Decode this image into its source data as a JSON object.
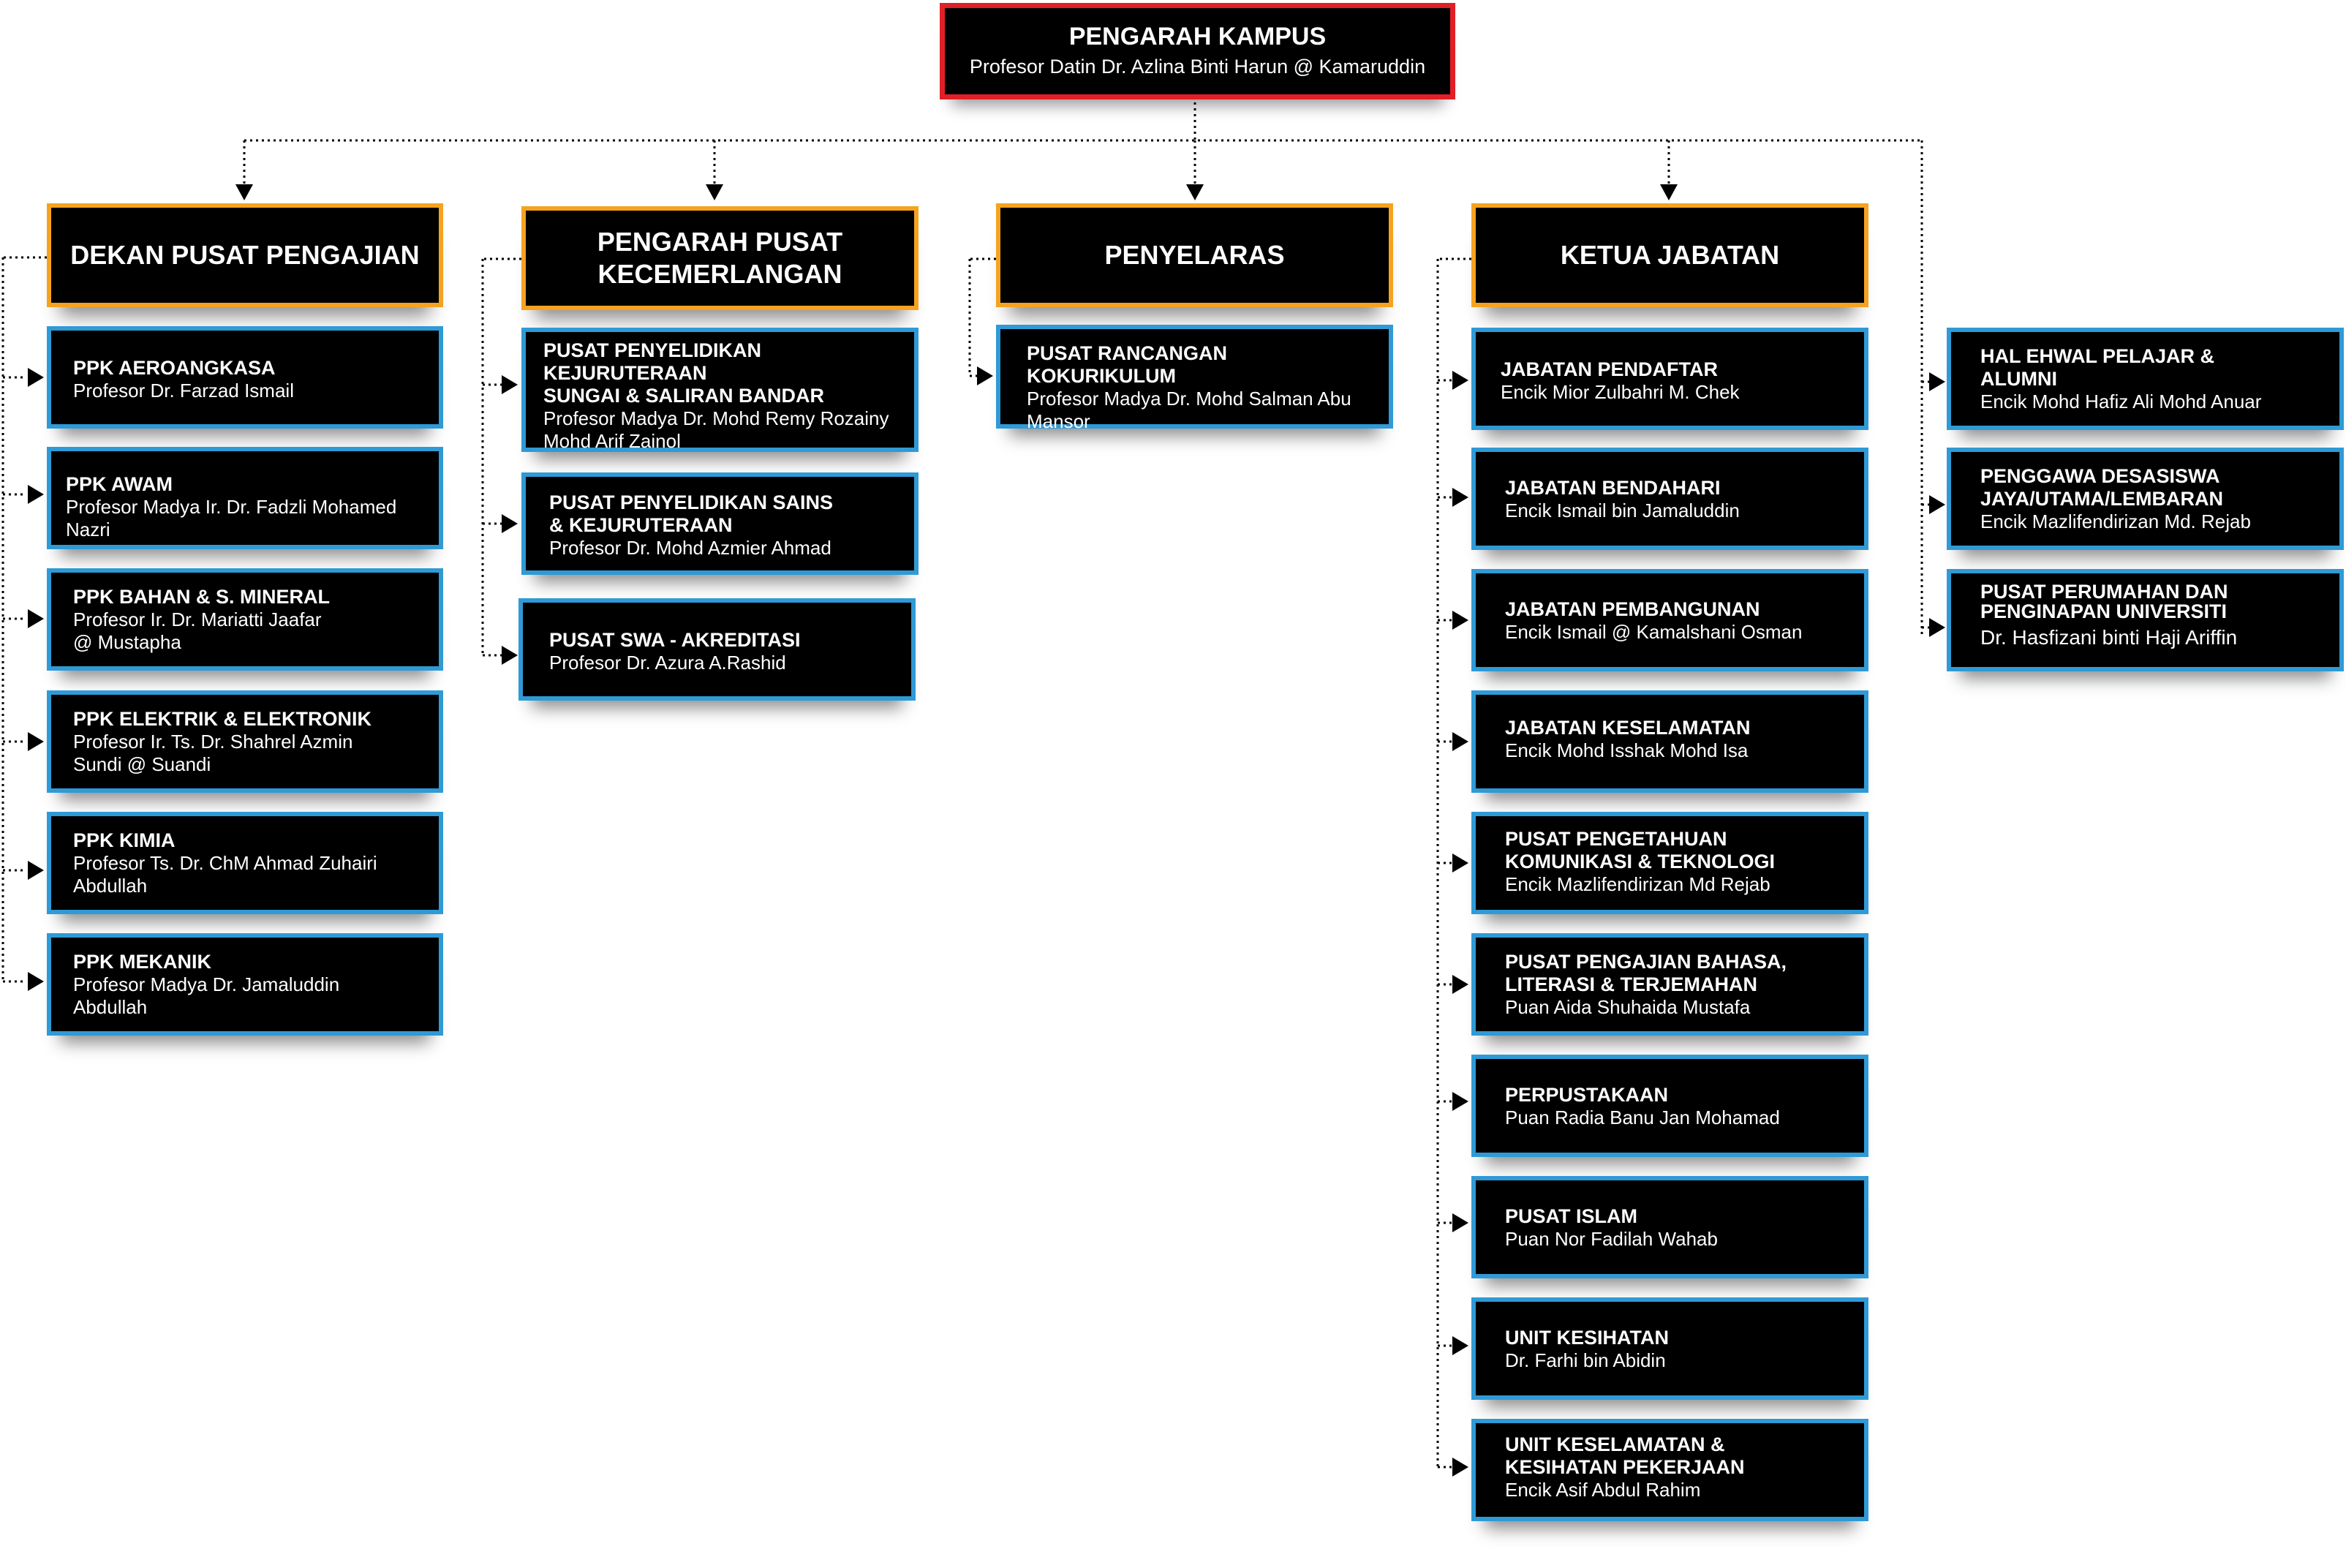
{
  "top": {
    "title": "PENGARAH KAMPUS",
    "person": "Profesor Datin Dr. Azlina Binti Harun @ Kamaruddin"
  },
  "columns": [
    {
      "header": "DEKAN PUSAT PENGAJIAN",
      "items": [
        {
          "title": "PPK AEROANGKASA",
          "person": "Profesor Dr. Farzad Ismail"
        },
        {
          "title": "PPK AWAM",
          "person": "Profesor Madya Ir. Dr. Fadzli Mohamed Nazri"
        },
        {
          "title": "PPK BAHAN & S. MINERAL",
          "person": "Profesor Ir. Dr. Mariatti Jaafar\n@ Mustapha"
        },
        {
          "title": "PPK ELEKTRIK & ELEKTRONIK",
          "person": "Profesor Ir. Ts. Dr. Shahrel Azmin\nSundi @ Suandi"
        },
        {
          "title": "PPK KIMIA",
          "person": "Profesor Ts. Dr. ChM Ahmad Zuhairi\nAbdullah"
        },
        {
          "title": "PPK MEKANIK",
          "person": "Profesor Madya Dr. Jamaluddin\nAbdullah"
        }
      ]
    },
    {
      "header": "PENGARAH PUSAT\nKECEMERLANGAN",
      "items": [
        {
          "title": "PUSAT PENYELIDIKAN KEJURUTERAAN\nSUNGAI & SALIRAN BANDAR",
          "person": "Profesor Madya Dr. Mohd Remy Rozainy\nMohd Arif Zainol"
        },
        {
          "title": "PUSAT PENYELIDIKAN SAINS\n& KEJURUTERAAN",
          "person": "Profesor Dr. Mohd Azmier Ahmad"
        },
        {
          "title": "PUSAT SWA - AKREDITASI",
          "person": "Profesor Dr. Azura A.Rashid"
        }
      ]
    },
    {
      "header": "PENYELARAS",
      "items": [
        {
          "title": "PUSAT RANCANGAN KOKURIKULUM",
          "person": "Profesor Madya Dr. Mohd Salman Abu\nMansor"
        }
      ]
    },
    {
      "header": "KETUA JABATAN",
      "items": [
        {
          "title": "JABATAN PENDAFTAR",
          "person": "Encik Mior Zulbahri M. Chek"
        },
        {
          "title": "JABATAN BENDAHARI",
          "person": "Encik Ismail bin Jamaluddin"
        },
        {
          "title": "JABATAN PEMBANGUNAN",
          "person": "Encik Ismail @ Kamalshani Osman"
        },
        {
          "title": "JABATAN KESELAMATAN",
          "person": "Encik Mohd Isshak Mohd Isa"
        },
        {
          "title": "PUSAT PENGETAHUAN\nKOMUNIKASI & TEKNOLOGI",
          "person": "Encik Mazlifendirizan Md Rejab"
        },
        {
          "title": "PUSAT PENGAJIAN BAHASA,\nLITERASI & TERJEMAHAN",
          "person": "Puan Aida Shuhaida Mustafa"
        },
        {
          "title": "PERPUSTAKAAN",
          "person": "Puan Radia Banu Jan Mohamad"
        },
        {
          "title": "PUSAT ISLAM",
          "person": "Puan Nor Fadilah Wahab"
        },
        {
          "title": "UNIT KESIHATAN",
          "person": "Dr. Farhi bin Abidin"
        },
        {
          "title": "UNIT KESELAMATAN &\nKESIHATAN PEKERJAAN",
          "person": "Encik Asif Abdul Rahim"
        }
      ]
    },
    {
      "header": "",
      "items": [
        {
          "title": "HAL EHWAL PELAJAR &\nALUMNI",
          "person": "Encik Mohd Hafiz Ali Mohd Anuar"
        },
        {
          "title": "PENGGAWA DESASISWA\nJAYA/UTAMA/LEMBARAN",
          "person": "Encik Mazlifendirizan Md. Rejab"
        },
        {
          "title": "PUSAT PERUMAHAN DAN\nPENGINAPAN UNIVERSITI",
          "person": "Dr. Hasfizani binti Haji Ariffin"
        }
      ]
    }
  ],
  "colors": {
    "top_border": "#e11f26",
    "header_border": "#f5a31f",
    "item_border": "#2f9ad6",
    "box_fill": "#000000",
    "text": "#ffffff",
    "connector": "#000000"
  }
}
